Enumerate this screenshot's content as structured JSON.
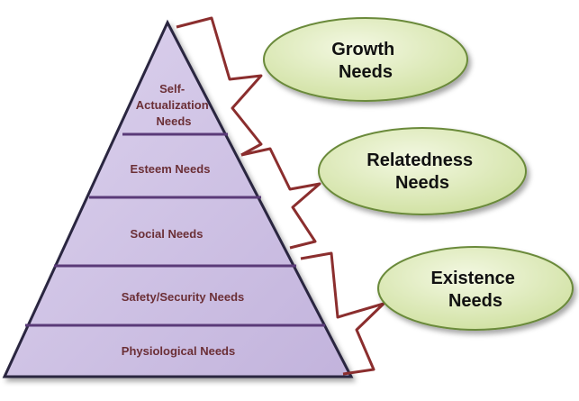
{
  "pyramid": {
    "levels": [
      {
        "lines": [
          "Self-",
          "Actualization",
          "Needs"
        ]
      },
      {
        "lines": [
          "Esteem Needs"
        ]
      },
      {
        "lines": [
          "Social Needs"
        ]
      },
      {
        "lines": [
          "Safety/Security Needs"
        ]
      },
      {
        "lines": [
          "Physiological Needs"
        ]
      }
    ]
  },
  "groups": [
    {
      "line1": "Growth",
      "line2": "Needs"
    },
    {
      "line1": "Relatedness",
      "line2": "Needs"
    },
    {
      "line1": "Existence",
      "line2": "Needs"
    }
  ],
  "colors": {
    "pyramid_fill": "#cfc3e3",
    "pyramid_stroke": "#2a2540",
    "divider": "#5a3a78",
    "bracket": "#8b2e2e",
    "oval_fill": "#dbe8b8",
    "oval_stroke": "#6b8a3a",
    "label_text": "#6b2f36"
  }
}
